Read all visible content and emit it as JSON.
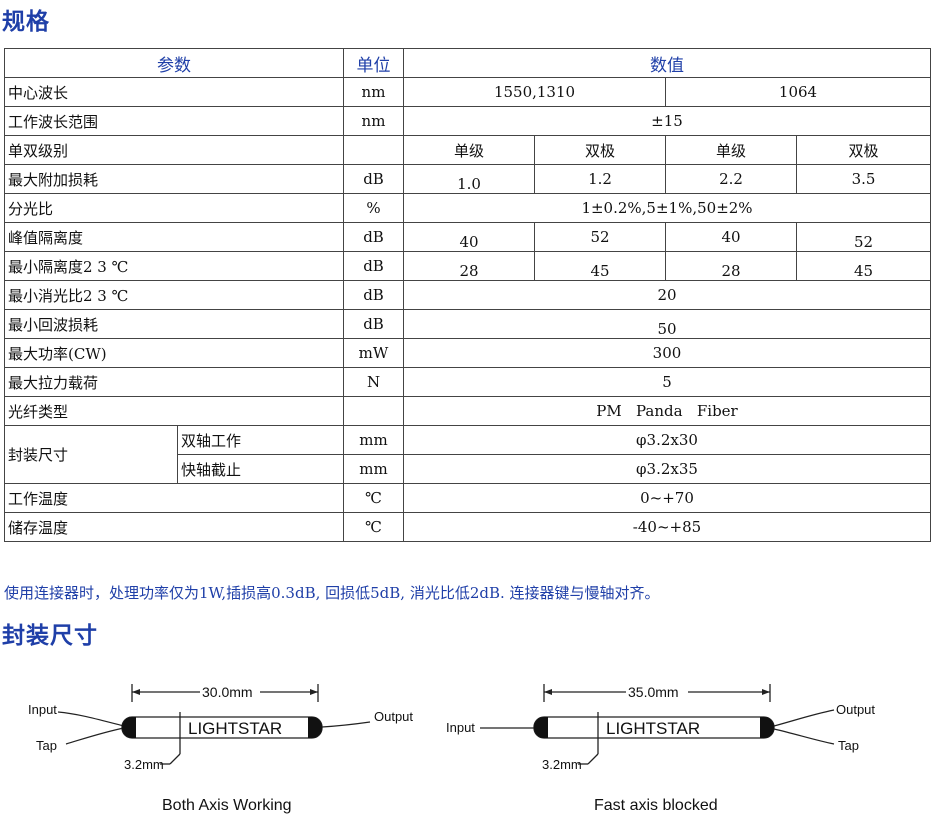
{
  "headings": {
    "spec": "规格",
    "package": "封装尺寸"
  },
  "table": {
    "headers": [
      "参数",
      "单位",
      "数值"
    ],
    "rows": {
      "center_wl": {
        "param": "中心波长",
        "unit": "nm",
        "v1": "1550,1310",
        "v2": "1064"
      },
      "op_range": {
        "param": "工作波长范围",
        "unit": "nm",
        "v": "±15"
      },
      "stage": {
        "param": "单双级别",
        "unit": "",
        "v": [
          "单级",
          "双极",
          "单级",
          "双极"
        ]
      },
      "excess_loss": {
        "param": "最大附加损耗",
        "unit": "dB",
        "v": [
          "1.0",
          "1.2",
          "2.2",
          "3.5"
        ]
      },
      "split_ratio": {
        "param": "分光比",
        "unit": "%",
        "v": "1±0.2%,5±1%,50±2%"
      },
      "peak_iso": {
        "param": "峰值隔离度",
        "unit": "dB",
        "v": [
          "40",
          "52",
          "40",
          "52"
        ]
      },
      "min_iso": {
        "param": "最小隔离度2 3 ℃",
        "unit": "dB",
        "v": [
          "28",
          "45",
          "28",
          "45"
        ]
      },
      "min_er": {
        "param": "最小消光比2 3 ℃",
        "unit": "dB",
        "v": "20"
      },
      "min_rl": {
        "param": "最小回波损耗",
        "unit": "dB",
        "v": "50"
      },
      "max_power": {
        "param": "最大功率(CW)",
        "unit": "mW",
        "v": "300"
      },
      "max_pull": {
        "param": "最大拉力载荷",
        "unit": "N",
        "v": "5"
      },
      "fiber": {
        "param": "光纤类型",
        "unit": "",
        "v": "PM   Panda   Fiber"
      },
      "pkg_both": {
        "param": "封装尺寸",
        "sub": "双轴工作",
        "unit": "mm",
        "v": "φ3.2x30"
      },
      "pkg_fast": {
        "sub": "快轴截止",
        "unit": "mm",
        "v": "φ3.2x35"
      },
      "op_temp": {
        "param": "工作温度",
        "unit": "℃",
        "v": "0~+70"
      },
      "st_temp": {
        "param": "储存温度",
        "unit": "℃",
        "v": "-40~+85"
      }
    }
  },
  "note": "使用连接器时，处理功率仅为1W,插损高0.3dB, 回损低5dB, 消光比低2dB. 连接器键与慢轴对齐。",
  "diagrams": {
    "both": {
      "length": "30.0mm",
      "diameter": "3.2mm",
      "brand": "LIGHTSTAR",
      "input": "Input",
      "tap": "Tap",
      "output": "Output",
      "caption": "Both Axis Working"
    },
    "fast": {
      "length": "35.0mm",
      "diameter": "3.2mm",
      "brand": "LIGHTSTAR",
      "input": "Input",
      "tap": "Tap",
      "output": "Output",
      "caption": "Fast axis blocked"
    }
  },
  "colors": {
    "heading": "#1f3fa8",
    "note": "#1f3fa8"
  }
}
